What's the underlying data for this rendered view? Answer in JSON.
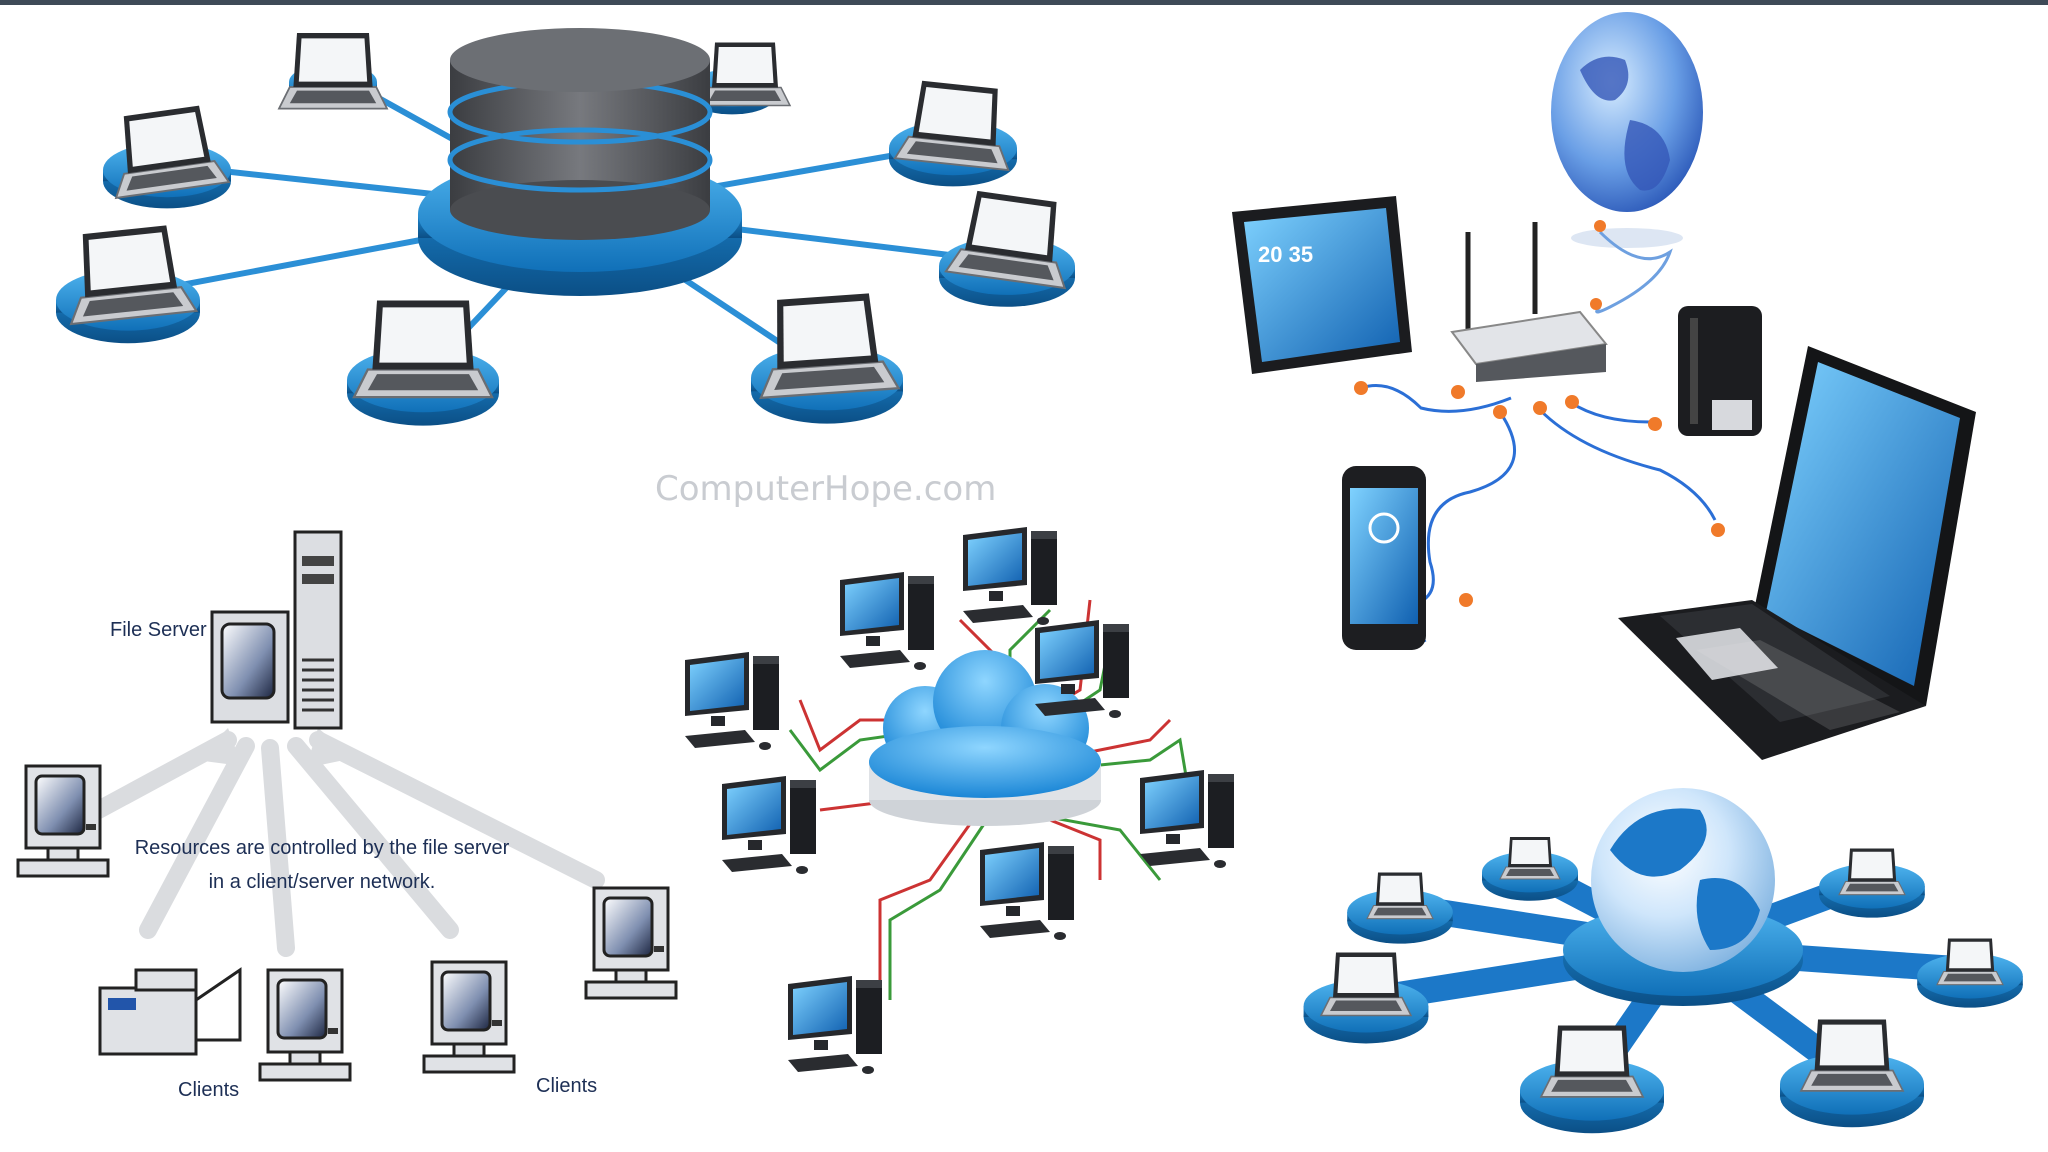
{
  "colors": {
    "top_bar": "#3e4a57",
    "node_blue": "#1e8fd8",
    "node_dark": "#0f5e98",
    "server_gray": "#5a5d62",
    "cable_orange": "#f07a2a",
    "cable_red": "#cc3333",
    "cable_green": "#3a9a3a",
    "caption_text": "#1d2f55"
  },
  "panels": {
    "database_network": {
      "watermark": "ComputerHope.com"
    },
    "home_devices": {
      "tablet_clock": "20 35"
    },
    "client_server": {
      "file_server_label": "File Server",
      "caption_line1": "Resources are controlled by the file server",
      "caption_line2": "in a client/server network.",
      "clients_label_left": "Clients",
      "clients_label_right": "Clients"
    },
    "cloud_network": {},
    "globe_network": {}
  },
  "icons": [
    "database-server-icon",
    "laptop-icon",
    "globe-icon",
    "router-icon",
    "tablet-icon",
    "smartphone-icon",
    "external-drive-icon",
    "desktop-computer-icon",
    "printer-icon",
    "cloud-icon"
  ]
}
